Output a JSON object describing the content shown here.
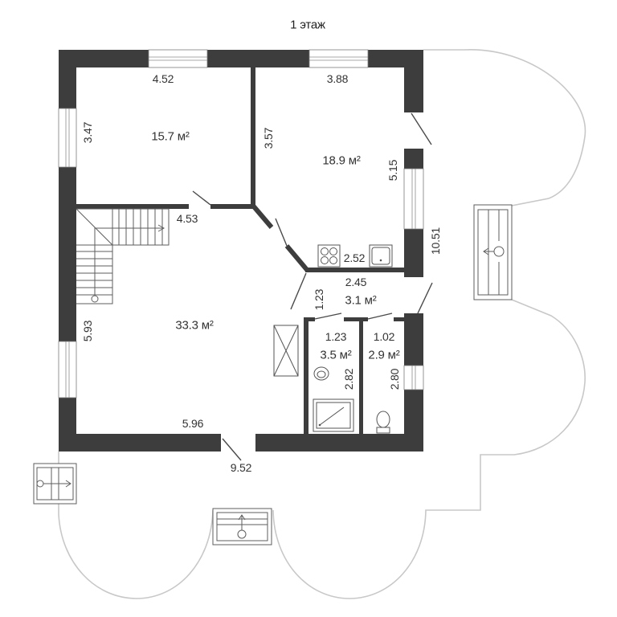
{
  "title": "1 этаж",
  "rooms": [
    {
      "area": "15.7 м²",
      "dims": [
        "4.52",
        "3.47"
      ]
    },
    {
      "area": "18.9 м²",
      "dims": [
        "3.88",
        "3.57",
        "5.15"
      ]
    },
    {
      "area": "33.3 м²",
      "dims": [
        "4.53",
        "5.93",
        "5.96"
      ]
    },
    {
      "area": "3.1 м²",
      "dims": [
        "2.45",
        "1.23"
      ]
    },
    {
      "area": "3.5 м²",
      "dims": [
        "1.23",
        "2.82"
      ]
    },
    {
      "area": "2.9 м²",
      "dims": [
        "1.02",
        "2.80"
      ]
    }
  ],
  "counter_dim": "2.52",
  "overall_dims": [
    "10.51",
    "9.52"
  ],
  "colors": {
    "wall": "#3d3d3d",
    "outline": "#c8c8c8",
    "text": "#333333"
  }
}
